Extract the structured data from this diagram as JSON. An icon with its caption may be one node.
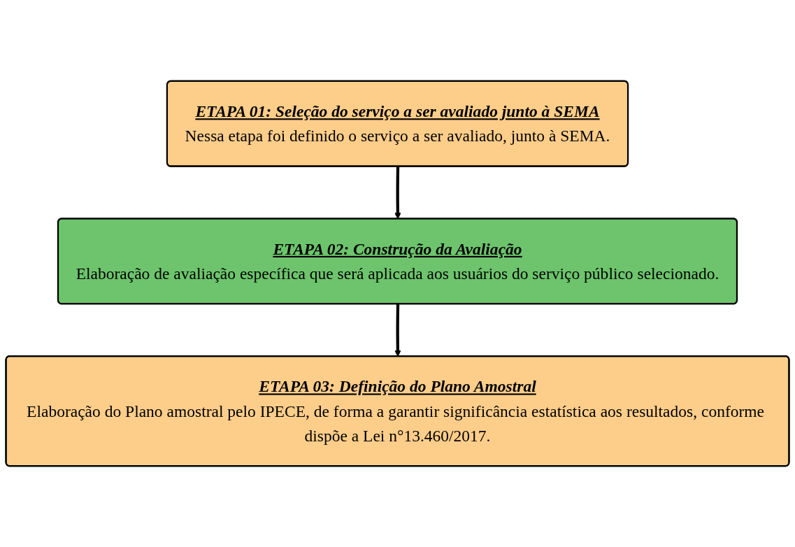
{
  "diagram": {
    "nodes": [
      {
        "text": [
          "ETAPA 01: Seleção do serviço a ser avaliado junto à SEMA",
          "Nessa etapa foi definido o serviço a ser avaliado, junto à SEMA."
        ]
      },
      {
        "text": [
          "ETAPA 02: Construção da Avaliação",
          "Elaboração de avaliação específica que será aplicada aos usuários do serviço público selecionado."
        ]
      },
      {
        "text": [
          "ETAPA 03: Definição do Plano Amostral",
          "Elaboração do Plano amostral pelo IPECE, de forma a garantir significância estatística aos resultados, conforme dispõe a Lei n°13.460/2017."
        ]
      }
    ],
    "edges": [
      {
        "from": 0,
        "to": 1,
        "arrow": "to"
      },
      {
        "from": 1,
        "to": 2,
        "arrow": "to"
      }
    ]
  }
}
